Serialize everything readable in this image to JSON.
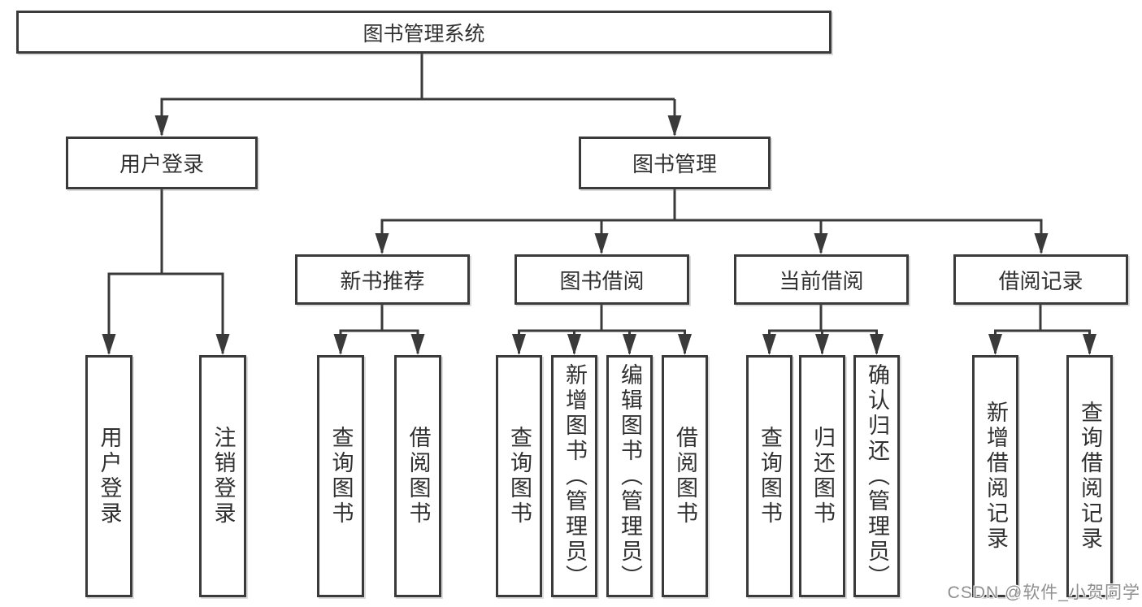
{
  "colors": {
    "line": "#3a3a3a",
    "text": "#303030",
    "background": "#ffffff",
    "watermark": "#8f8f8f"
  },
  "watermark": {
    "text": "CSDN @软件_小贺同学"
  },
  "tree": {
    "root": {
      "label": "图书管理系统",
      "children": [
        {
          "label": "用户登录",
          "children": [
            {
              "label": "用户登录"
            },
            {
              "label": "注销登录"
            }
          ]
        },
        {
          "label": "图书管理",
          "children": [
            {
              "label": "新书推荐",
              "children": [
                {
                  "label": "查询图书"
                },
                {
                  "label": "借阅图书"
                }
              ]
            },
            {
              "label": "图书借阅",
              "children": [
                {
                  "label": "查询图书"
                },
                {
                  "label": "新增图书（管理员）"
                },
                {
                  "label": "编辑图书（管理员）"
                },
                {
                  "label": "借阅图书"
                }
              ]
            },
            {
              "label": "当前借阅",
              "children": [
                {
                  "label": "查询图书"
                },
                {
                  "label": "归还图书"
                },
                {
                  "label": "确认归还（管理员）"
                }
              ]
            },
            {
              "label": "借阅记录",
              "children": [
                {
                  "label": "新增借阅记录"
                },
                {
                  "label": "查询借阅记录"
                }
              ]
            }
          ]
        }
      ]
    }
  }
}
